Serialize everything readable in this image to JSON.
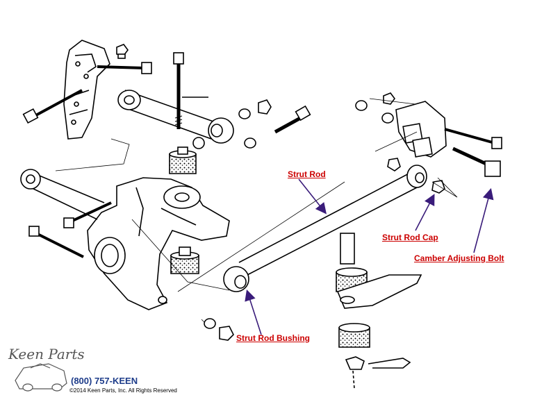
{
  "colors": {
    "callout_text": "#cc0000",
    "arrow": "#3a1c7a",
    "line_art": "#000000",
    "phone": "#1d3c8a",
    "logo": "#555555"
  },
  "callouts": {
    "strut_rod": "Strut Rod",
    "strut_rod_cap": "Strut Rod Cap",
    "camber_adjusting_bolt": "Camber Adjusting Bolt",
    "strut_rod_bushing": "Strut Rod Bushing"
  },
  "footer": {
    "logo": "Keen Parts",
    "phone": "(800) 757-KEEN",
    "copyright": "©2014 Keen Parts, Inc. All Rights Reserved"
  }
}
